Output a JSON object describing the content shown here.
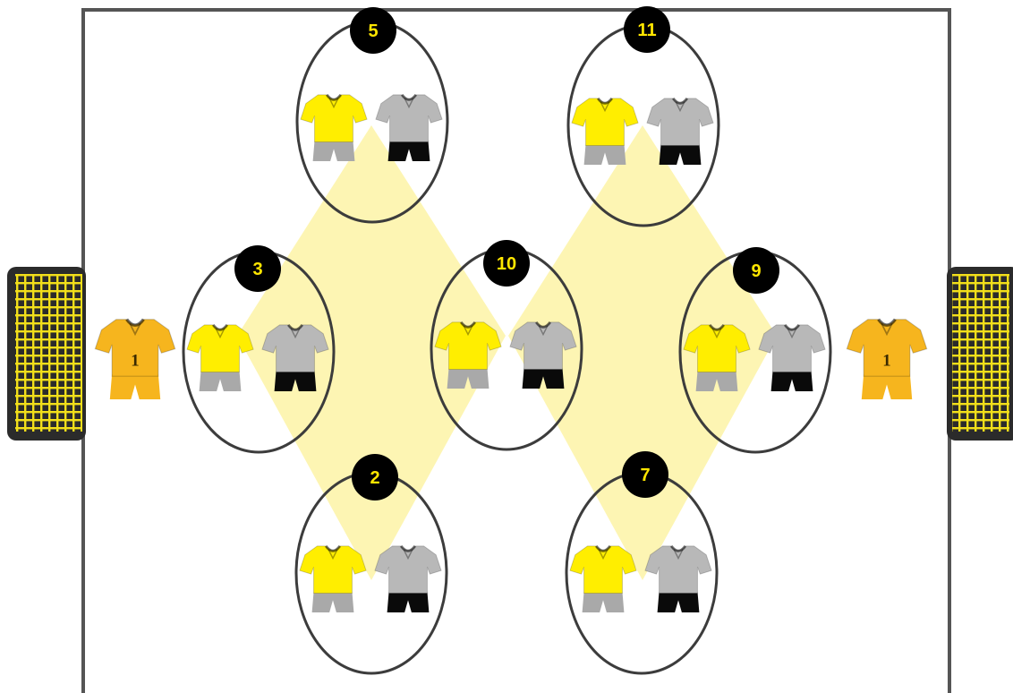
{
  "colors": {
    "pitch_line": "#555555",
    "diamond_fill": "#fdf3a6",
    "badge_bg": "#000000",
    "badge_text": "#ffe600",
    "shirt_yellow": "#ffee00",
    "shorts_yellow_team": "#a9a9a9",
    "shirt_grey": "#b8b8b8",
    "shorts_grey_team": "#0a0a0a",
    "goalkeeper_kit": "#f6b51e",
    "goal_net": "#f2df1a",
    "goal_frame": "#2b2b2b"
  },
  "goalkeepers": [
    {
      "id": "left",
      "number": "1"
    },
    {
      "id": "right",
      "number": "1"
    }
  ],
  "stations": [
    {
      "id": "s5",
      "number": "5"
    },
    {
      "id": "s11",
      "number": "11"
    },
    {
      "id": "s3",
      "number": "3"
    },
    {
      "id": "s10",
      "number": "10"
    },
    {
      "id": "s9",
      "number": "9"
    },
    {
      "id": "s2",
      "number": "2"
    },
    {
      "id": "s7",
      "number": "7"
    }
  ]
}
